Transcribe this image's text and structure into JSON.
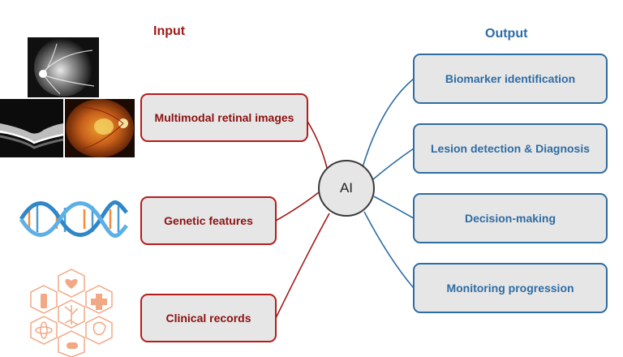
{
  "input_heading": "Input",
  "output_heading": "Output",
  "inputs": [
    "Multimodal retinal images",
    "Genetic features",
    "Clinical records"
  ],
  "center": "AI",
  "outputs": [
    "Biomarker identification",
    "Lesion detection & Diagnosis",
    "Decision-making",
    "Monitoring progression"
  ],
  "colors": {
    "input": "#b51c1c",
    "output": "#2e6ca4",
    "box_fill": "#e6e6e6"
  },
  "icons": [
    "fluorescein-angiography-image",
    "oct-scan-image",
    "fundus-photo-image",
    "dna-helix-icon",
    "clinical-records-icons"
  ]
}
